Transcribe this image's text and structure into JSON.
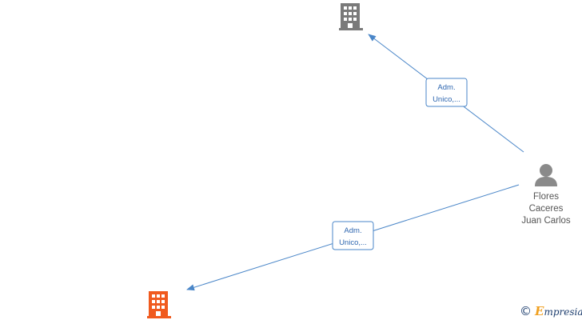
{
  "diagram": {
    "person": {
      "name_lines": [
        "Flores",
        "Caceres",
        "Juan Carlos"
      ],
      "icon": "person-icon",
      "color": "#8a8a8a"
    },
    "companies": [
      {
        "id": "company-top",
        "icon": "building-icon",
        "color": "#7a7a7a"
      },
      {
        "id": "company-bottom",
        "icon": "building-icon",
        "color": "#f05a1e"
      }
    ],
    "edges": [
      {
        "from": "person",
        "to": "company-top",
        "label_lines": [
          "Adm.",
          "Unico,..."
        ]
      },
      {
        "from": "person",
        "to": "company-bottom",
        "label_lines": [
          "Adm.",
          "Unico,..."
        ]
      }
    ],
    "edge_color": "#4a86c8"
  },
  "watermark": {
    "symbol": "©",
    "brand_initial": "E",
    "brand_rest": "mpresia"
  }
}
